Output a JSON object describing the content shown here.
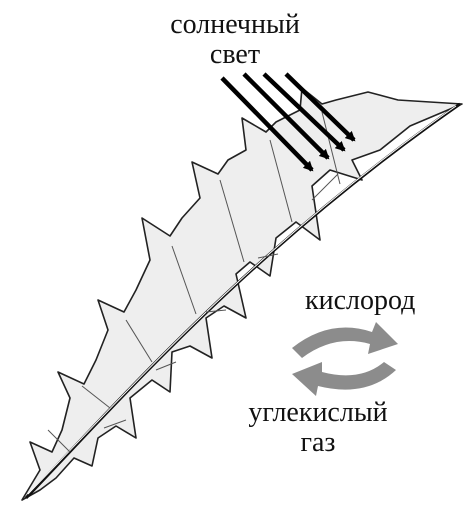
{
  "labels": {
    "sunlight_line1": "солнечный",
    "sunlight_line2": "свет",
    "oxygen": "кислород",
    "co2_line1": "углекислый",
    "co2_line2": "газ"
  },
  "colors": {
    "arrow_black": "#000000",
    "cycle_gray": "#8c8c8c",
    "leaf_fill": "#eeeeee",
    "leaf_stroke": "#222222"
  },
  "icons": {
    "sun_arrows": "arrow-down-right",
    "cycle": "exchange-arrows"
  }
}
